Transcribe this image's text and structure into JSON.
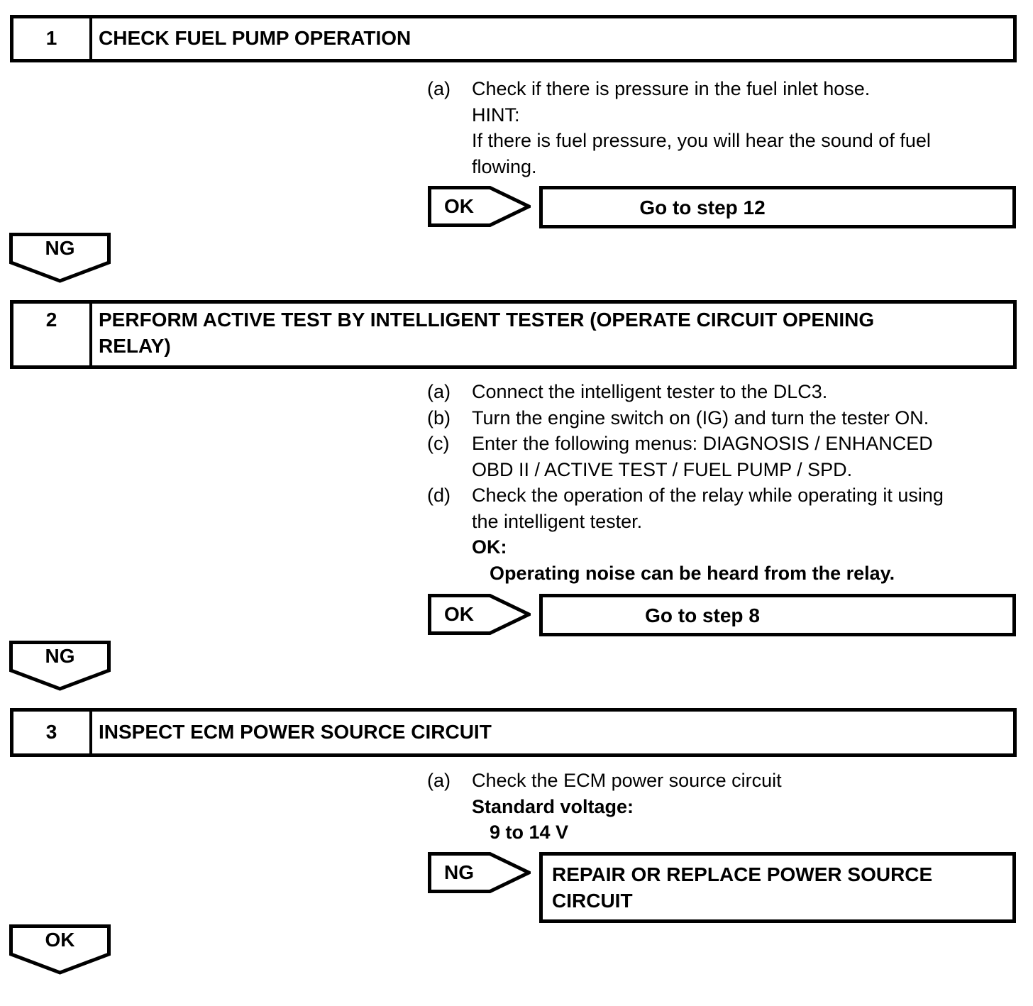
{
  "page": {
    "background": "#ffffff",
    "ink": "#000000"
  },
  "steps": [
    {
      "number": "1",
      "title": "CHECK FUEL PUMP OPERATION",
      "instructions": [
        {
          "label": "(a)",
          "text": "Check if there is pressure in the fuel inlet hose."
        },
        {
          "label": "",
          "text": "HINT:"
        },
        {
          "label": "",
          "text": "If there is fuel pressure, you will hear the sound of fuel"
        },
        {
          "label": "",
          "text": "flowing."
        }
      ],
      "decision": {
        "verdict": "OK",
        "result": "Go to step 12"
      },
      "next_connector": "NG"
    },
    {
      "number": "2",
      "title": "PERFORM ACTIVE TEST BY INTELLIGENT TESTER (OPERATE CIRCUIT OPENING RELAY)",
      "instructions": [
        {
          "label": "(a)",
          "text": "Connect the intelligent tester to the DLC3."
        },
        {
          "label": "(b)",
          "text": "Turn the engine switch on (IG) and turn the tester ON."
        },
        {
          "label": "(c)",
          "text": "Enter the following menus: DIAGNOSIS / ENHANCED"
        },
        {
          "label": "",
          "text": "OBD II / ACTIVE TEST / FUEL PUMP / SPD."
        },
        {
          "label": "(d)",
          "text": "Check the operation of the relay while operating it using"
        },
        {
          "label": "",
          "text": "the intelligent tester."
        },
        {
          "label": "",
          "text": "OK:"
        },
        {
          "label": "",
          "text": "Operating noise can be heard from the relay."
        }
      ],
      "decision": {
        "verdict": "OK",
        "result": "Go to step 8"
      },
      "next_connector": "NG"
    },
    {
      "number": "3",
      "title": "INSPECT ECM POWER SOURCE CIRCUIT",
      "instructions": [
        {
          "label": "(a)",
          "text": "Check the ECM power source circuit"
        },
        {
          "label": "",
          "text": "Standard voltage:"
        },
        {
          "label": "",
          "text": "9 to 14 V"
        }
      ],
      "decision": {
        "verdict": "NG",
        "result": "REPAIR OR REPLACE POWER SOURCE CIRCUIT"
      },
      "next_connector": "OK"
    }
  ]
}
